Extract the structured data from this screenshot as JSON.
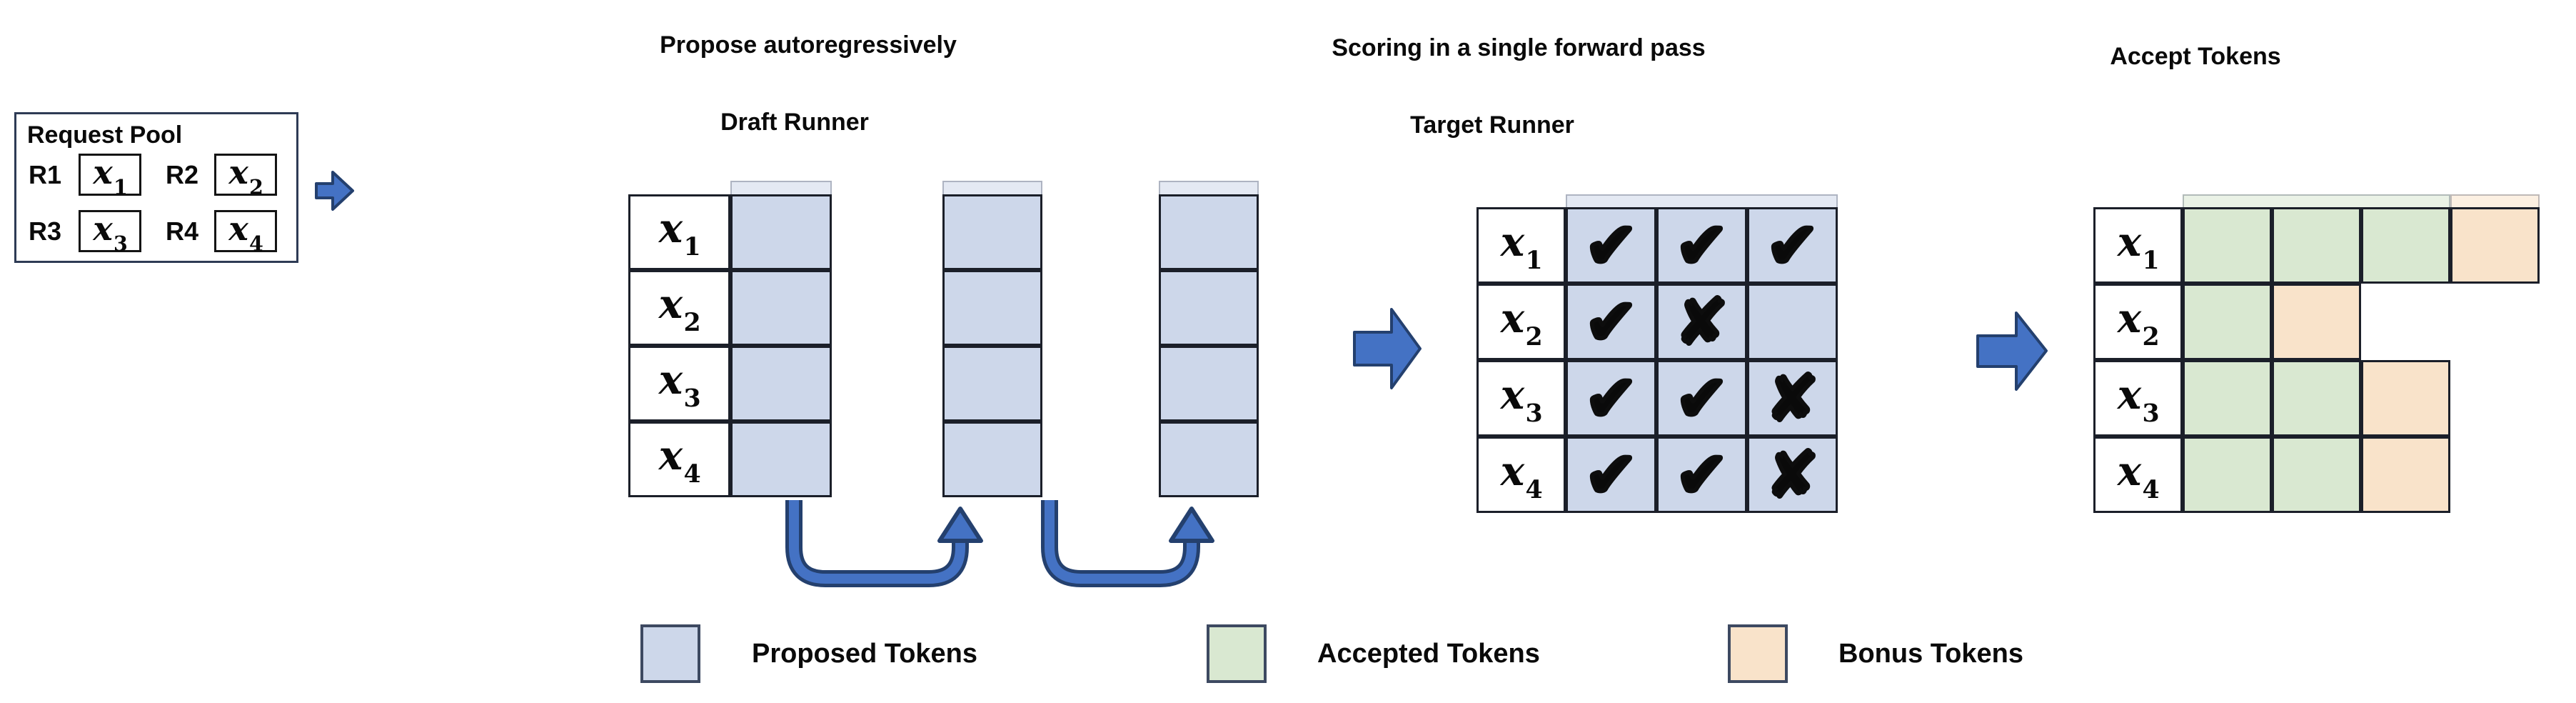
{
  "request_pool": {
    "title": "Request Pool",
    "items": [
      {
        "id": "R1",
        "token_base": "x",
        "token_sub": "1"
      },
      {
        "id": "R2",
        "token_base": "x",
        "token_sub": "2"
      },
      {
        "id": "R3",
        "token_base": "x",
        "token_sub": "3"
      },
      {
        "id": "R4",
        "token_base": "x",
        "token_sub": "4"
      }
    ]
  },
  "draft": {
    "title_line1": "Propose autoregressively",
    "title_line2": "Draft Runner",
    "row_labels": [
      {
        "base": "x",
        "sub": "1"
      },
      {
        "base": "x",
        "sub": "2"
      },
      {
        "base": "x",
        "sub": "3"
      },
      {
        "base": "x",
        "sub": "4"
      }
    ],
    "num_proposal_columns": 3
  },
  "target": {
    "title_line1": "Scoring in a single forward pass",
    "title_line2": "Target Runner",
    "row_labels": [
      {
        "base": "x",
        "sub": "1"
      },
      {
        "base": "x",
        "sub": "2"
      },
      {
        "base": "x",
        "sub": "3"
      },
      {
        "base": "x",
        "sub": "4"
      }
    ],
    "marks": [
      [
        "check",
        "check",
        "check"
      ],
      [
        "check",
        "cross",
        "none"
      ],
      [
        "check",
        "check",
        "cross"
      ],
      [
        "check",
        "check",
        "cross"
      ]
    ]
  },
  "accept": {
    "title": "Accept Tokens",
    "row_labels": [
      {
        "base": "x",
        "sub": "1"
      },
      {
        "base": "x",
        "sub": "2"
      },
      {
        "base": "x",
        "sub": "3"
      },
      {
        "base": "x",
        "sub": "4"
      }
    ],
    "rows": [
      [
        "accepted",
        "accepted",
        "accepted",
        "bonus"
      ],
      [
        "accepted",
        "bonus"
      ],
      [
        "accepted",
        "accepted",
        "bonus"
      ],
      [
        "accepted",
        "accepted",
        "bonus"
      ]
    ]
  },
  "legend": {
    "items": [
      {
        "key": "proposed",
        "label": "Proposed Tokens"
      },
      {
        "key": "accepted",
        "label": "Accepted Tokens"
      },
      {
        "key": "bonus",
        "label": "Bonus Tokens"
      }
    ]
  },
  "symbols": {
    "check": "✔",
    "cross": "✘"
  },
  "colors": {
    "proposed": "#cdd7ea",
    "accepted": "#d9e8d1",
    "bonus": "#f9e3ca",
    "arrow_fill": "#4472c4",
    "arrow_edge": "#24406e",
    "grid_line": "#1b1f29"
  }
}
